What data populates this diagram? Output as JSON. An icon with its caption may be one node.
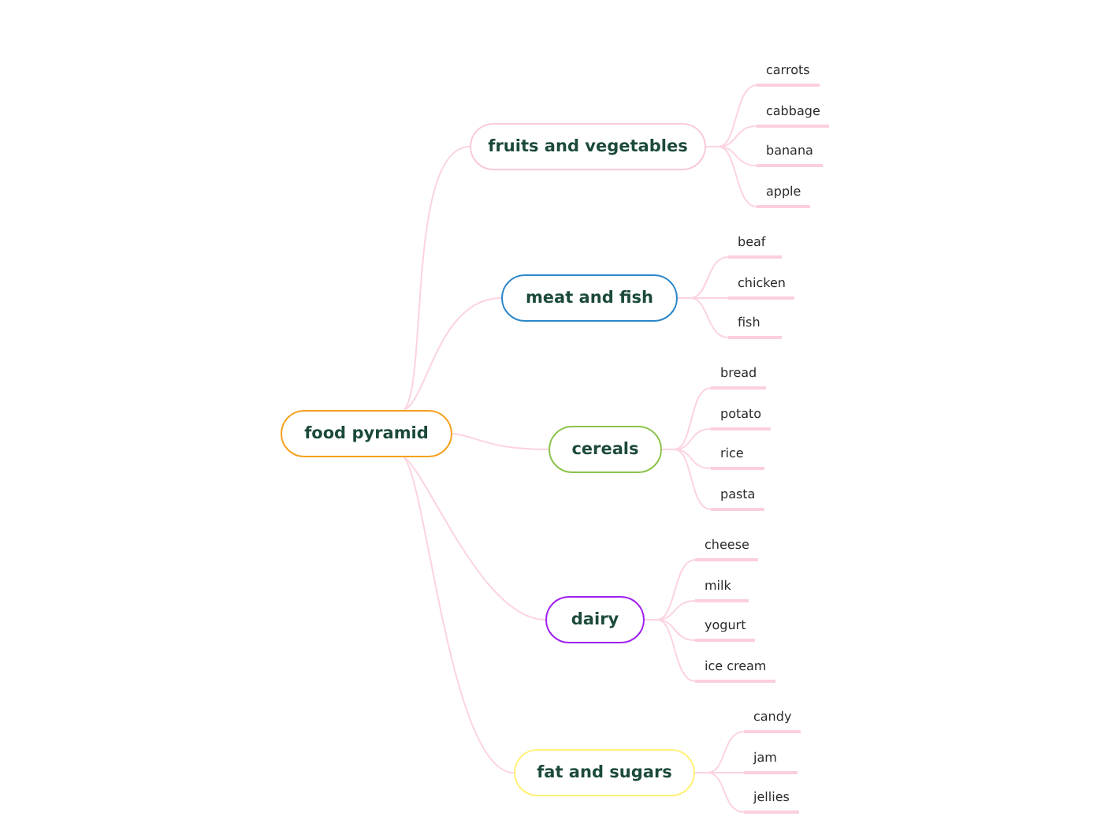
{
  "diagram": {
    "nodes": [
      {
        "text": [
          "food pyramid"
        ]
      },
      {
        "text": [
          "fruits and vegetables"
        ]
      },
      {
        "text": [
          "carrots"
        ]
      },
      {
        "text": [
          "cabbage"
        ]
      },
      {
        "text": [
          "banana"
        ]
      },
      {
        "text": [
          "apple"
        ]
      },
      {
        "text": [
          "meat and fish"
        ]
      },
      {
        "text": [
          "beaf"
        ]
      },
      {
        "text": [
          "chicken"
        ]
      },
      {
        "text": [
          "fish"
        ]
      },
      {
        "text": [
          "cereals"
        ]
      },
      {
        "text": [
          "bread"
        ]
      },
      {
        "text": [
          "potato"
        ]
      },
      {
        "text": [
          "rice"
        ]
      },
      {
        "text": [
          "pasta"
        ]
      },
      {
        "text": [
          "dairy"
        ]
      },
      {
        "text": [
          "cheese"
        ]
      },
      {
        "text": [
          "milk"
        ]
      },
      {
        "text": [
          "yogurt"
        ]
      },
      {
        "text": [
          "ice cream"
        ]
      },
      {
        "text": [
          "fat and sugars"
        ]
      },
      {
        "text": [
          "candy"
        ]
      },
      {
        "text": [
          "jam"
        ]
      },
      {
        "text": [
          "jellies"
        ]
      }
    ],
    "edges": [
      {
        "from": 0,
        "to": 1,
        "arrow": "none"
      },
      {
        "from": 0,
        "to": 6,
        "arrow": "none"
      },
      {
        "from": 0,
        "to": 10,
        "arrow": "none"
      },
      {
        "from": 0,
        "to": 15,
        "arrow": "none"
      },
      {
        "from": 0,
        "to": 20,
        "arrow": "none"
      },
      {
        "from": 1,
        "to": 2,
        "arrow": "none"
      },
      {
        "from": 1,
        "to": 3,
        "arrow": "none"
      },
      {
        "from": 1,
        "to": 4,
        "arrow": "none"
      },
      {
        "from": 1,
        "to": 5,
        "arrow": "none"
      },
      {
        "from": 6,
        "to": 7,
        "arrow": "none"
      },
      {
        "from": 6,
        "to": 8,
        "arrow": "none"
      },
      {
        "from": 6,
        "to": 9,
        "arrow": "none"
      },
      {
        "from": 10,
        "to": 11,
        "arrow": "none"
      },
      {
        "from": 10,
        "to": 12,
        "arrow": "none"
      },
      {
        "from": 10,
        "to": 13,
        "arrow": "none"
      },
      {
        "from": 10,
        "to": 14,
        "arrow": "none"
      },
      {
        "from": 15,
        "to": 16,
        "arrow": "none"
      },
      {
        "from": 15,
        "to": 17,
        "arrow": "none"
      },
      {
        "from": 15,
        "to": 18,
        "arrow": "none"
      },
      {
        "from": 15,
        "to": 19,
        "arrow": "none"
      },
      {
        "from": 20,
        "to": 21,
        "arrow": "none"
      },
      {
        "from": 20,
        "to": 22,
        "arrow": "none"
      },
      {
        "from": 20,
        "to": 23,
        "arrow": "none"
      }
    ]
  }
}
